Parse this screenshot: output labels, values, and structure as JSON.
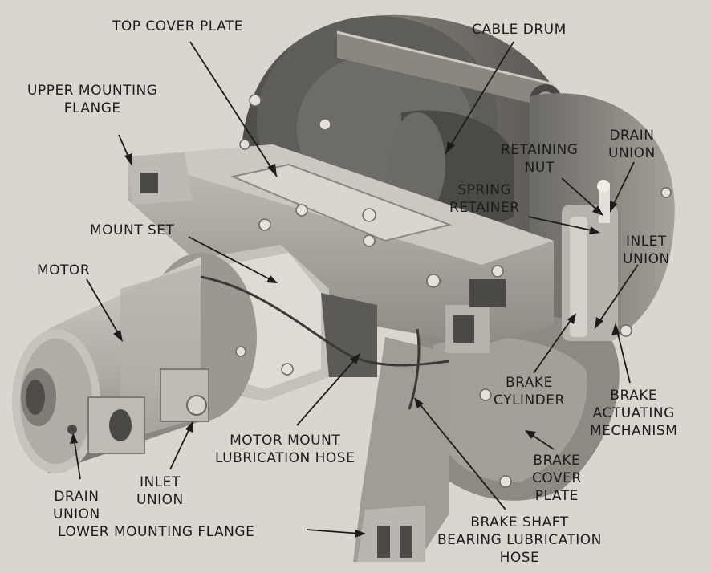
{
  "colors": {
    "background": "#d9d6cf",
    "casting_dark": "#5b5954",
    "casting_mid": "#8f8c85",
    "casting_light": "#c9c6be",
    "label_text": "#1d1c1a"
  },
  "labels": {
    "top_cover_plate": [
      "TOP COVER PLATE"
    ],
    "cable_drum": [
      "CABLE DRUM"
    ],
    "upper_mounting_flange": [
      "UPPER MOUNTING",
      "FLANGE"
    ],
    "retaining_nut": [
      "RETAINING",
      "NUT"
    ],
    "drain_union_right": [
      "DRAIN",
      "UNION"
    ],
    "spring_retainer": [
      "SPRING",
      "RETAINER"
    ],
    "mount_set": [
      "MOUNT SET"
    ],
    "inlet_union_right": [
      "INLET",
      "UNION"
    ],
    "motor": [
      "MOTOR"
    ],
    "brake_cylinder": [
      "BRAKE",
      "CYLINDER"
    ],
    "brake_actuating_mechanism": [
      "BRAKE",
      "ACTUATING",
      "MECHANISM"
    ],
    "motor_mount_lubrication_hose": [
      "MOTOR MOUNT",
      "LUBRICATION HOSE"
    ],
    "brake_cover_plate": [
      "BRAKE",
      "COVER",
      "PLATE"
    ],
    "drain_union_left": [
      "DRAIN",
      "UNION"
    ],
    "inlet_union_left": [
      "INLET",
      "UNION"
    ],
    "brake_shaft_bearing_lubrication_hose": [
      "BRAKE SHAFT",
      "BEARING LUBRICATION",
      "HOSE"
    ],
    "lower_mounting_flange": [
      "LOWER MOUNTING FLANGE"
    ]
  }
}
